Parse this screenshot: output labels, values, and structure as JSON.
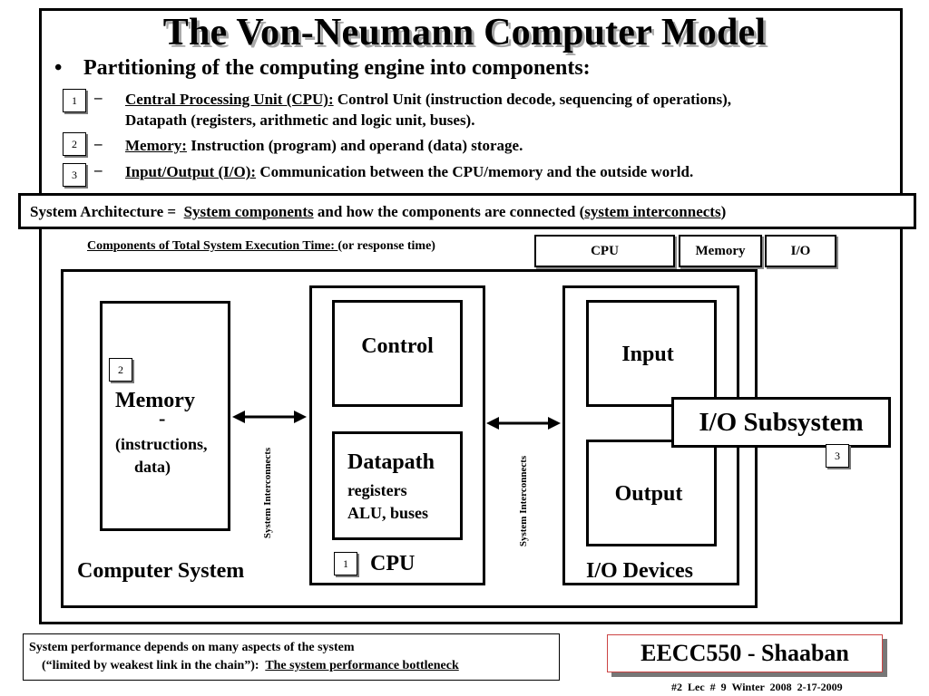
{
  "title": "The Von-Neumann Computer Model",
  "bullet": "Partitioning of the computing engine into components:",
  "bullet_marker": "•",
  "dash": "–",
  "items": [
    {
      "num": "1",
      "label": "Central Processing Unit (CPU):",
      "text": " Control Unit (instruction decode, sequencing of operations),",
      "text2": "Datapath (registers, arithmetic and logic unit, buses)."
    },
    {
      "num": "2",
      "label": "Memory:",
      "text": "  Instruction (program) and operand (data) storage."
    },
    {
      "num": "3",
      "label": "Input/Output (I/O):",
      "text": "  Communication between the CPU/memory and the outside world."
    }
  ],
  "architecture": {
    "prefix": "System Architecture =  ",
    "components": "System components",
    "middle": " and how the components are connected (",
    "interconnects": "system interconnects",
    "suffix": ")"
  },
  "execution_time": {
    "label": "Components of Total System Execution Time: ",
    "note": "(or  response time)",
    "boxes": [
      "CPU",
      "Memory",
      "I/O"
    ]
  },
  "diagram": {
    "memory_num": "2",
    "memory_title": "Memory",
    "memory_dash": "-",
    "memory_line1": "(instructions,",
    "memory_line2": "data)",
    "control": "Control",
    "datapath_title": "Datapath",
    "datapath_line1": "registers",
    "datapath_line2": "ALU, buses",
    "cpu_num": "1",
    "cpu_label": "CPU",
    "input": "Input",
    "output": "Output",
    "io_devices": "I/O Devices",
    "io_subsystem": "I/O Subsystem",
    "io_num": "3",
    "interconnect_left": "System Interconnects",
    "interconnect_right": "System Interconnects",
    "computer_system": "Computer System"
  },
  "performance": {
    "line1": "System performance depends on many aspects of the system",
    "line2": "(“limited by weakest link in the chain”):  ",
    "bottleneck": "The system performance bottleneck"
  },
  "course": "EECC550 - Shaaban",
  "footer": "#2   Lec # 9   Winter 2008  2-17-2009"
}
